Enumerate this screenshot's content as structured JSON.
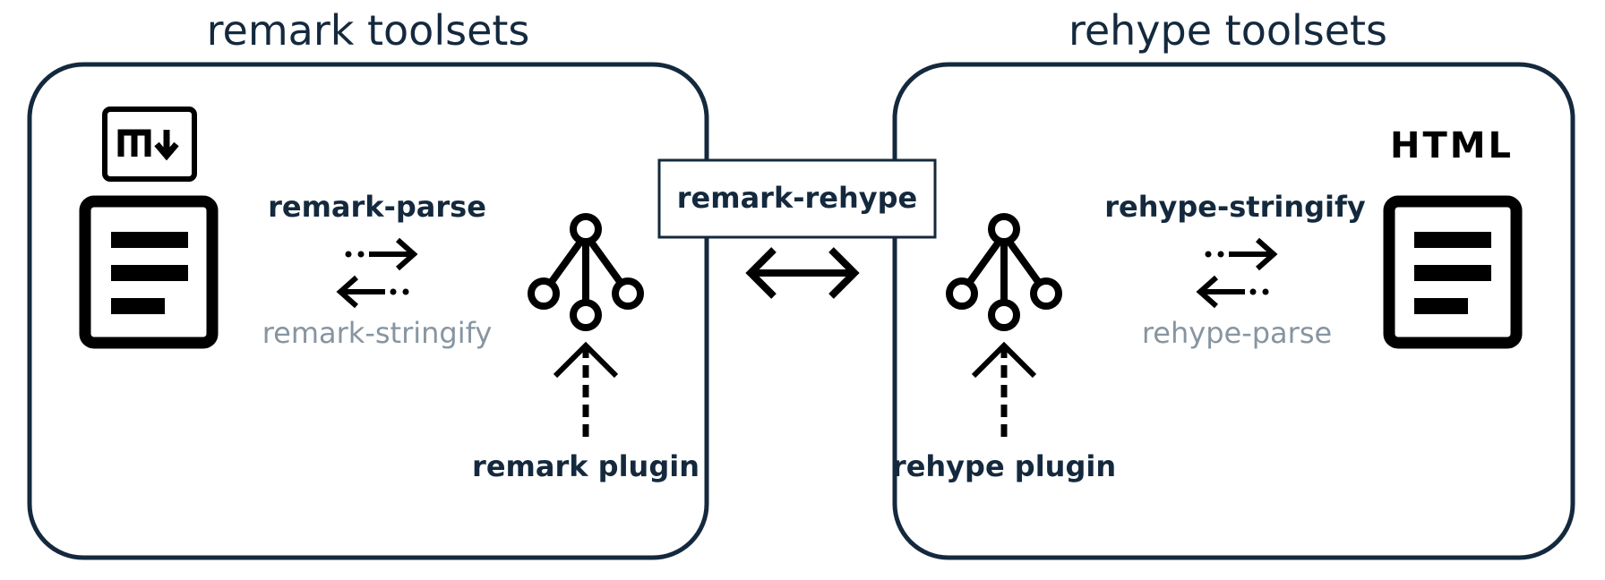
{
  "colors": {
    "dark": "#14293d",
    "black": "#000000",
    "muted": "#8795a1",
    "background": "#ffffff"
  },
  "remark": {
    "title": "remark toolsets",
    "parse_label": "remark-parse",
    "stringify_label": "remark-stringify",
    "plugin_label": "remark plugin",
    "doc_icon": "markdown-icon"
  },
  "rehype": {
    "title": "rehype toolsets",
    "stringify_label": "rehype-stringify",
    "parse_label": "rehype-parse",
    "plugin_label": "rehype plugin",
    "doc_icon": "html-icon",
    "doc_logo_text": "HTML"
  },
  "bridge": {
    "label": "remark-rehype"
  }
}
